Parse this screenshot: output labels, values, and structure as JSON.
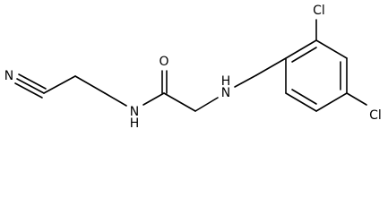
{
  "molecule": {
    "atoms": {
      "nitrile_n": "N",
      "amide_nh": "N",
      "amide_h": "H",
      "carbonyl_o": "O",
      "amine_n": "N",
      "amine_h": "H",
      "cl_ortho": "Cl",
      "cl_para": "Cl"
    }
  },
  "colors": {
    "bond": "#000000",
    "label": "#000000",
    "background": "#ffffff"
  }
}
